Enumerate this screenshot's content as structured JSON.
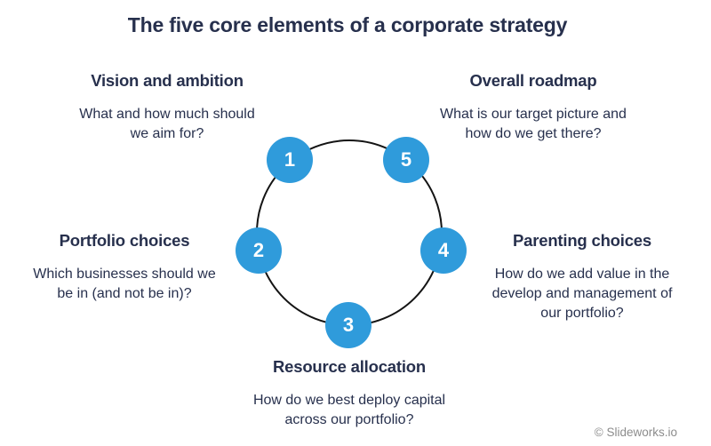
{
  "title": "The five core elements of a corporate strategy",
  "colors": {
    "accent_blue": "#2F9BDB",
    "text_navy": "#27304D",
    "ring_black": "#141414",
    "node_text": "#FFFFFF",
    "footer_gray": "#8C8C8C",
    "background": "#FFFFFF"
  },
  "diagram": {
    "type": "cycle",
    "elements": [
      {
        "number": "1",
        "heading": "Vision and ambition",
        "description_lines": [
          "What and how much should",
          "we aim for?"
        ]
      },
      {
        "number": "2",
        "heading": "Portfolio choices",
        "description_lines": [
          "Which businesses should we",
          "be in (and not be in)?"
        ]
      },
      {
        "number": "3",
        "heading": "Resource allocation",
        "description_lines": [
          "How do we best deploy capital",
          "across our portfolio?"
        ]
      },
      {
        "number": "4",
        "heading": "Parenting choices",
        "description_lines": [
          "How do we add value in the",
          "develop and management of",
          "our portfolio?"
        ]
      },
      {
        "number": "5",
        "heading": "Overall roadmap",
        "description_lines": [
          "What is our target picture and",
          "how do we get there?"
        ]
      }
    ]
  },
  "footer": {
    "credit": "© Slideworks.io"
  }
}
